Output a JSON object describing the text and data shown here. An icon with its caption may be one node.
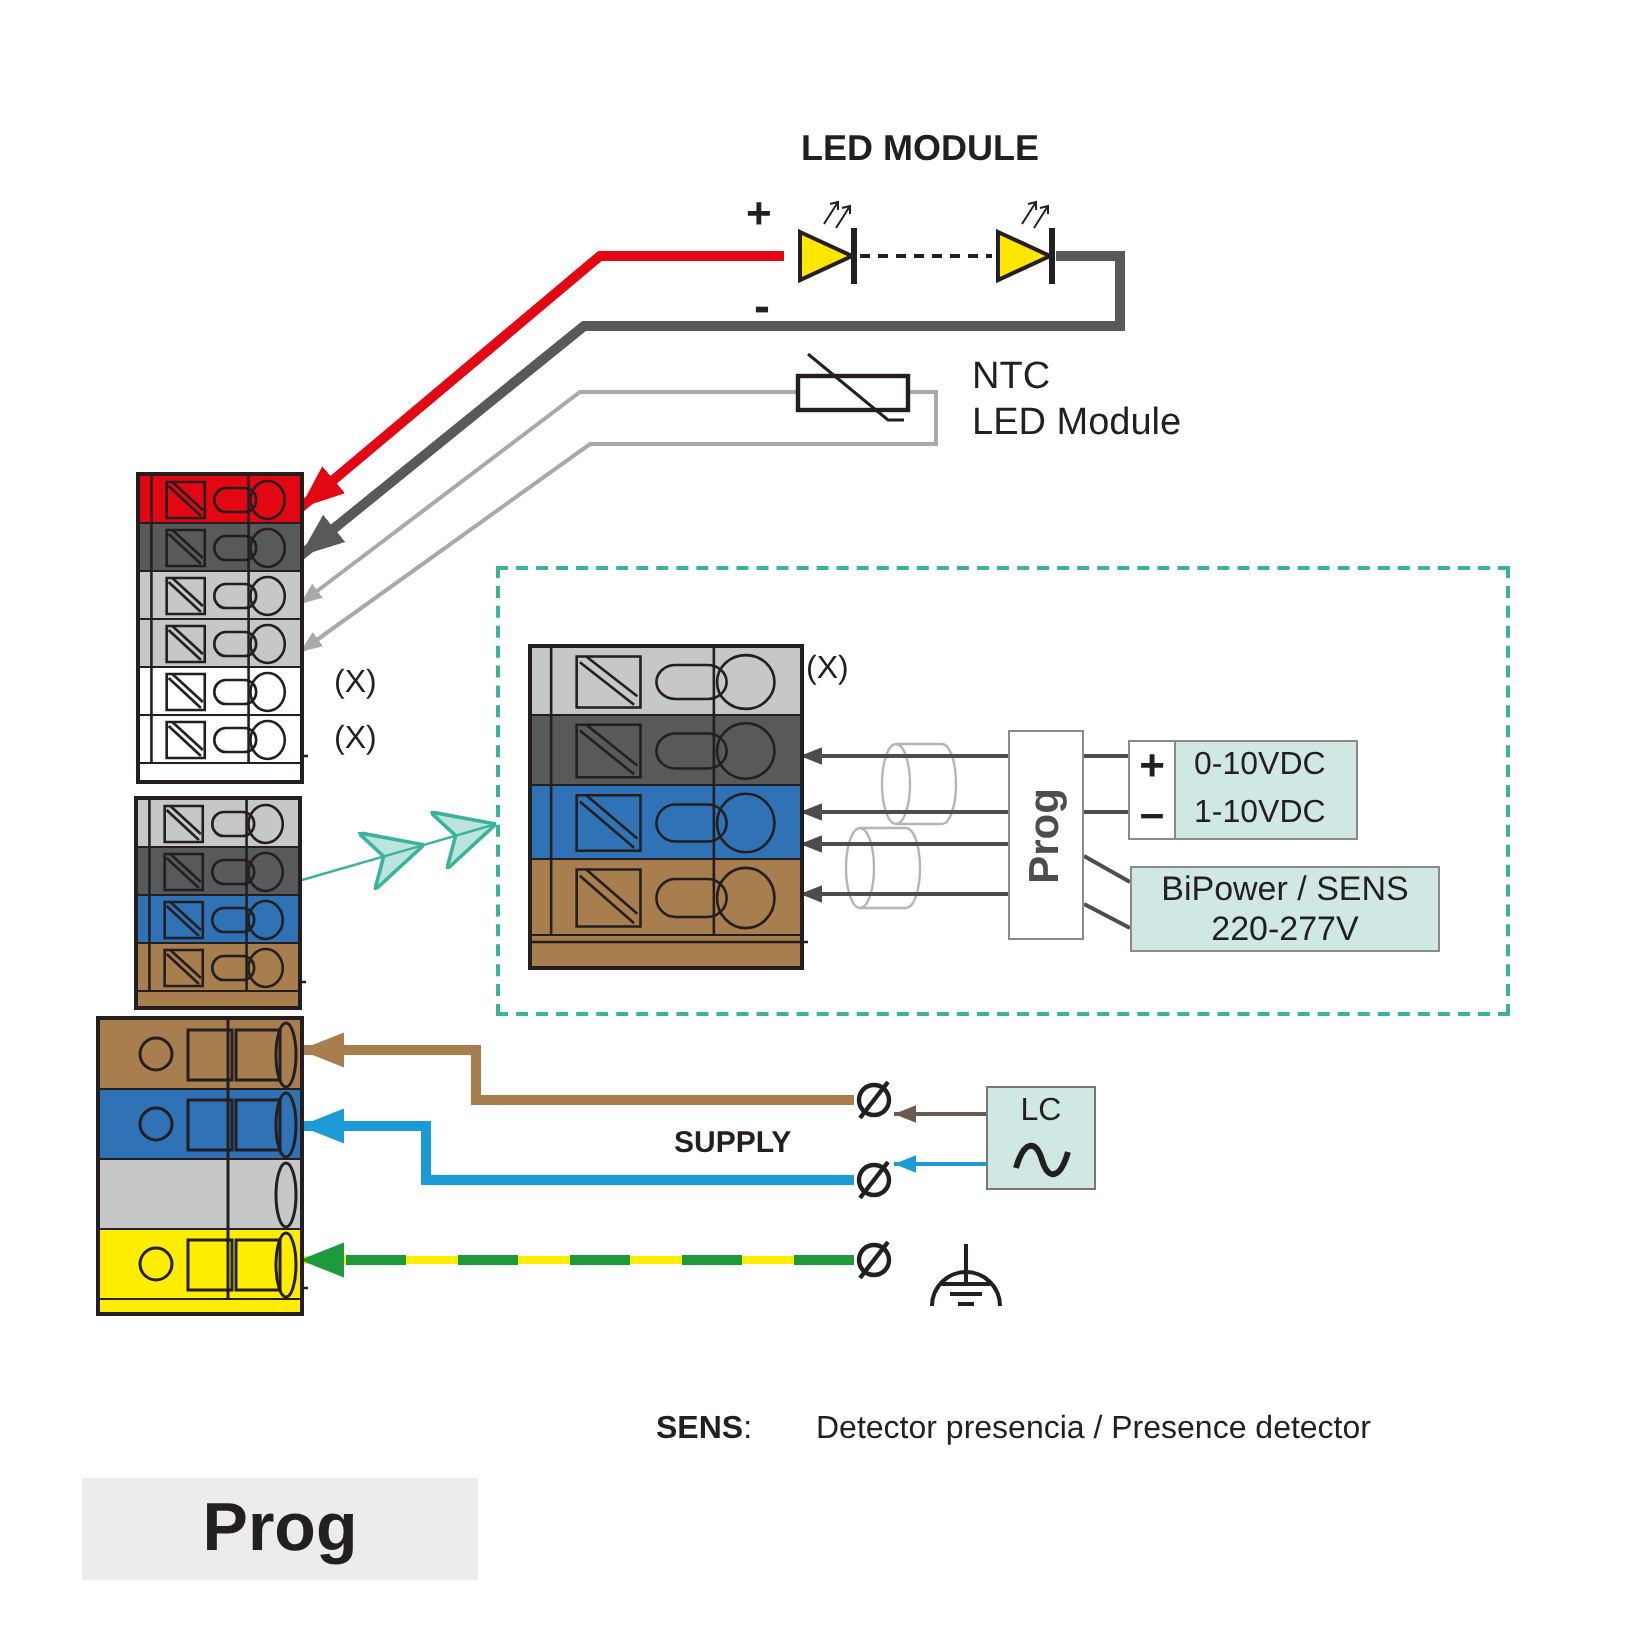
{
  "diagram": {
    "nodes": [
      {
        "text": [
          "LED MODULE"
        ]
      },
      {
        "text": [],
        "shape": "box",
        "beside": [
          "NTC",
          "LED Module"
        ]
      },
      {
        "text": [],
        "shape": "box"
      },
      {
        "text": [],
        "shape": "box",
        "in": 2
      },
      {
        "text": [],
        "shape": "box",
        "in": 2
      },
      {
        "text": [],
        "shape": "box",
        "in": 2
      },
      {
        "text": [],
        "shape": "box",
        "in": 2
      },
      {
        "text": [],
        "shape": "box",
        "in": 2,
        "beside": [
          "(X)"
        ]
      },
      {
        "text": [],
        "shape": "box",
        "in": 2,
        "beside": [
          "(X)"
        ]
      },
      {
        "text": [],
        "shape": "box"
      },
      {
        "text": [],
        "shape": "box",
        "in": 9
      },
      {
        "text": [],
        "shape": "box",
        "in": 9
      },
      {
        "text": [],
        "shape": "box",
        "in": 9
      },
      {
        "text": [],
        "shape": "box",
        "in": 9
      },
      {
        "text": [],
        "shape": "box"
      },
      {
        "text": [],
        "shape": "box",
        "in": 14
      },
      {
        "text": [],
        "shape": "box",
        "in": 14
      },
      {
        "text": [],
        "shape": "box",
        "in": 14
      },
      {
        "text": [],
        "shape": "box",
        "in": 14
      },
      {
        "text": [],
        "shape": "box"
      },
      {
        "text": [],
        "shape": "box",
        "in": 19
      },
      {
        "text": [],
        "shape": "box",
        "in": 20,
        "beside": [
          "(X)"
        ]
      },
      {
        "text": [],
        "shape": "box",
        "in": 20
      },
      {
        "text": [],
        "shape": "box",
        "in": 20
      },
      {
        "text": [],
        "shape": "box",
        "in": 20
      },
      {
        "text": [
          "Prog"
        ],
        "in": 19
      },
      {
        "text": [
          "+",
          "0-10VDC",
          "–",
          "1-10VDC"
        ],
        "in": 19
      },
      {
        "text": [
          "BiPower / SENS 220-277V"
        ],
        "in": 19
      },
      {
        "text": [],
        "shape": "circle"
      },
      {
        "text": [],
        "shape": "circle"
      },
      {
        "text": [],
        "shape": "circle"
      },
      {
        "text": [
          "LC"
        ]
      },
      {
        "text": [
          "Prog"
        ]
      }
    ],
    "edges": [
      {
        "from": 0,
        "to": 3,
        "arrow": "to",
        "style": "thick",
        "color": "#e30613"
      },
      {
        "from": 0,
        "to": 4,
        "arrow": "to",
        "style": "thick",
        "color": "#58595b"
      },
      {
        "from": 1,
        "to": 5,
        "arrow": "to",
        "color": "#a7a9ac"
      },
      {
        "from": 1,
        "to": 6,
        "arrow": "to",
        "color": "#a7a9ac"
      },
      {
        "from": 9,
        "to": 19,
        "arrow": "to",
        "color": "#3bb39c"
      },
      {
        "from": 26,
        "to": 25,
        "arrow": "none"
      },
      {
        "from": 26,
        "to": 25,
        "arrow": "none"
      },
      {
        "from": 27,
        "to": 25,
        "arrow": "none"
      },
      {
        "from": 27,
        "to": 25,
        "arrow": "none"
      },
      {
        "from": 25,
        "to": 22,
        "arrow": "to"
      },
      {
        "from": 25,
        "to": 23,
        "arrow": "to"
      },
      {
        "from": 25,
        "to": 23,
        "arrow": "to"
      },
      {
        "from": 25,
        "to": 24,
        "arrow": "to"
      },
      {
        "from": 28,
        "to": 15,
        "arrow": "to",
        "style": "thick",
        "color": "#a97e4f"
      },
      {
        "from": 29,
        "to": 16,
        "arrow": "to",
        "style": "thick",
        "color": "#1b9ad6"
      },
      {
        "from": 30,
        "to": 18,
        "arrow": "to",
        "style": "dashed",
        "color": "#1c9a3c"
      },
      {
        "from": 31,
        "to": 28,
        "arrow": "to",
        "color": "#6b5a4e"
      },
      {
        "from": 31,
        "to": 29,
        "arrow": "to",
        "color": "#1b9ad6"
      }
    ],
    "labels": [
      "+",
      "-",
      "SUPPLY",
      "**SENS**:",
      "Detector presencia / Presence detector"
    ]
  }
}
